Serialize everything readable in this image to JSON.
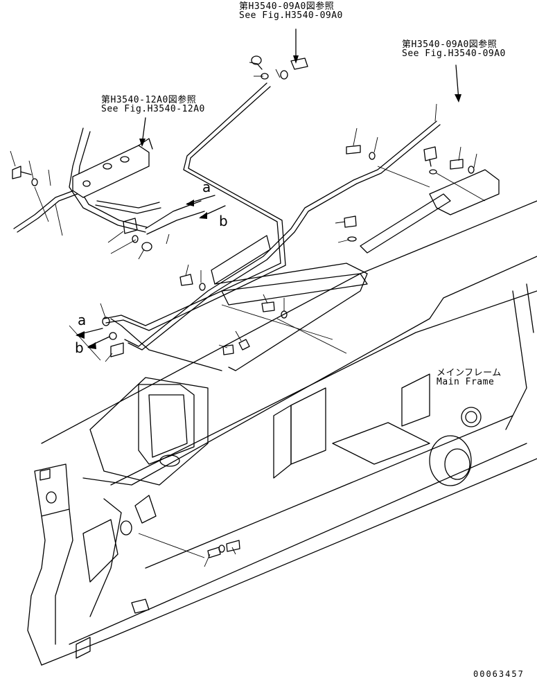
{
  "refs": {
    "ref1_jp": "第H3540-09A0図参照",
    "ref1_en": "See Fig.H3540-09A0",
    "ref2_jp": "第H3540-09A0図参照",
    "ref2_en": "See Fig.H3540-09A0",
    "ref3_jp": "第H3540-12A0図参照",
    "ref3_en": "See Fig.H3540-12A0"
  },
  "frame": {
    "label_jp": "メインフレーム",
    "label_en": "Main Frame"
  },
  "markers": {
    "a_upper": "a",
    "b_upper": "b",
    "a_lower": "a",
    "b_lower": "b"
  },
  "footer": {
    "drawing_no": "00063457"
  }
}
